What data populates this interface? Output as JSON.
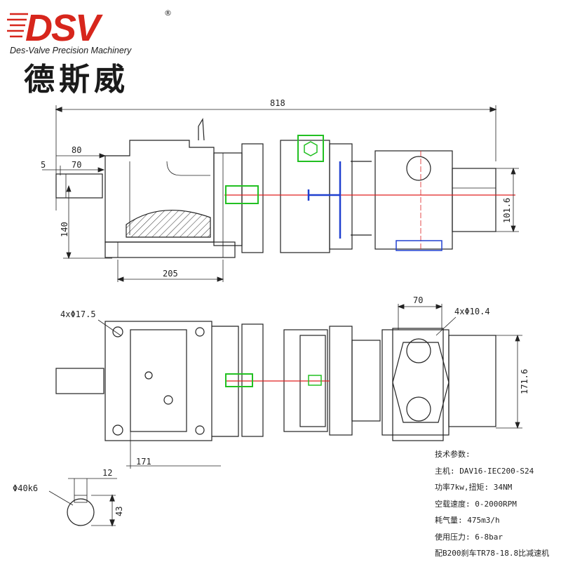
{
  "brand": {
    "logo": "DSV",
    "registered": "®",
    "tagline": "Des-Valve Precision Machinery",
    "chinese_name": "德斯威",
    "red": "#d7261c",
    "black": "#1a1a1a"
  },
  "dimensions": {
    "overall_length": "818",
    "shaft_offset": "80",
    "shaft_length": "70",
    "shaft_step": "5",
    "shaft_height": "140",
    "base_length": "205",
    "motor_height": "101.6",
    "bolt_holes_left": "4xΦ17.5",
    "flange_width": "70",
    "bolt_holes_right": "4xΦ10.4",
    "motor_width": "171.6",
    "base_offset": "171",
    "shaft_diameter": "Φ40k6",
    "key_width": "12",
    "key_height": "43"
  },
  "specs": {
    "title": "技术参数:",
    "lines": [
      "主机: DAV16-IEC200-S24",
      "功率7kw,扭矩: 34NM",
      "空载速度: 0-2000RPM",
      "耗气量: 475m3/h",
      "使用压力: 6-8bar",
      "配B200刹车TR78-18.8比减速机"
    ]
  },
  "colors": {
    "line": "#222222",
    "centerline": "#e02020",
    "highlight_green": "#22c022",
    "highlight_blue": "#2040d0",
    "hatch": "#333333"
  }
}
